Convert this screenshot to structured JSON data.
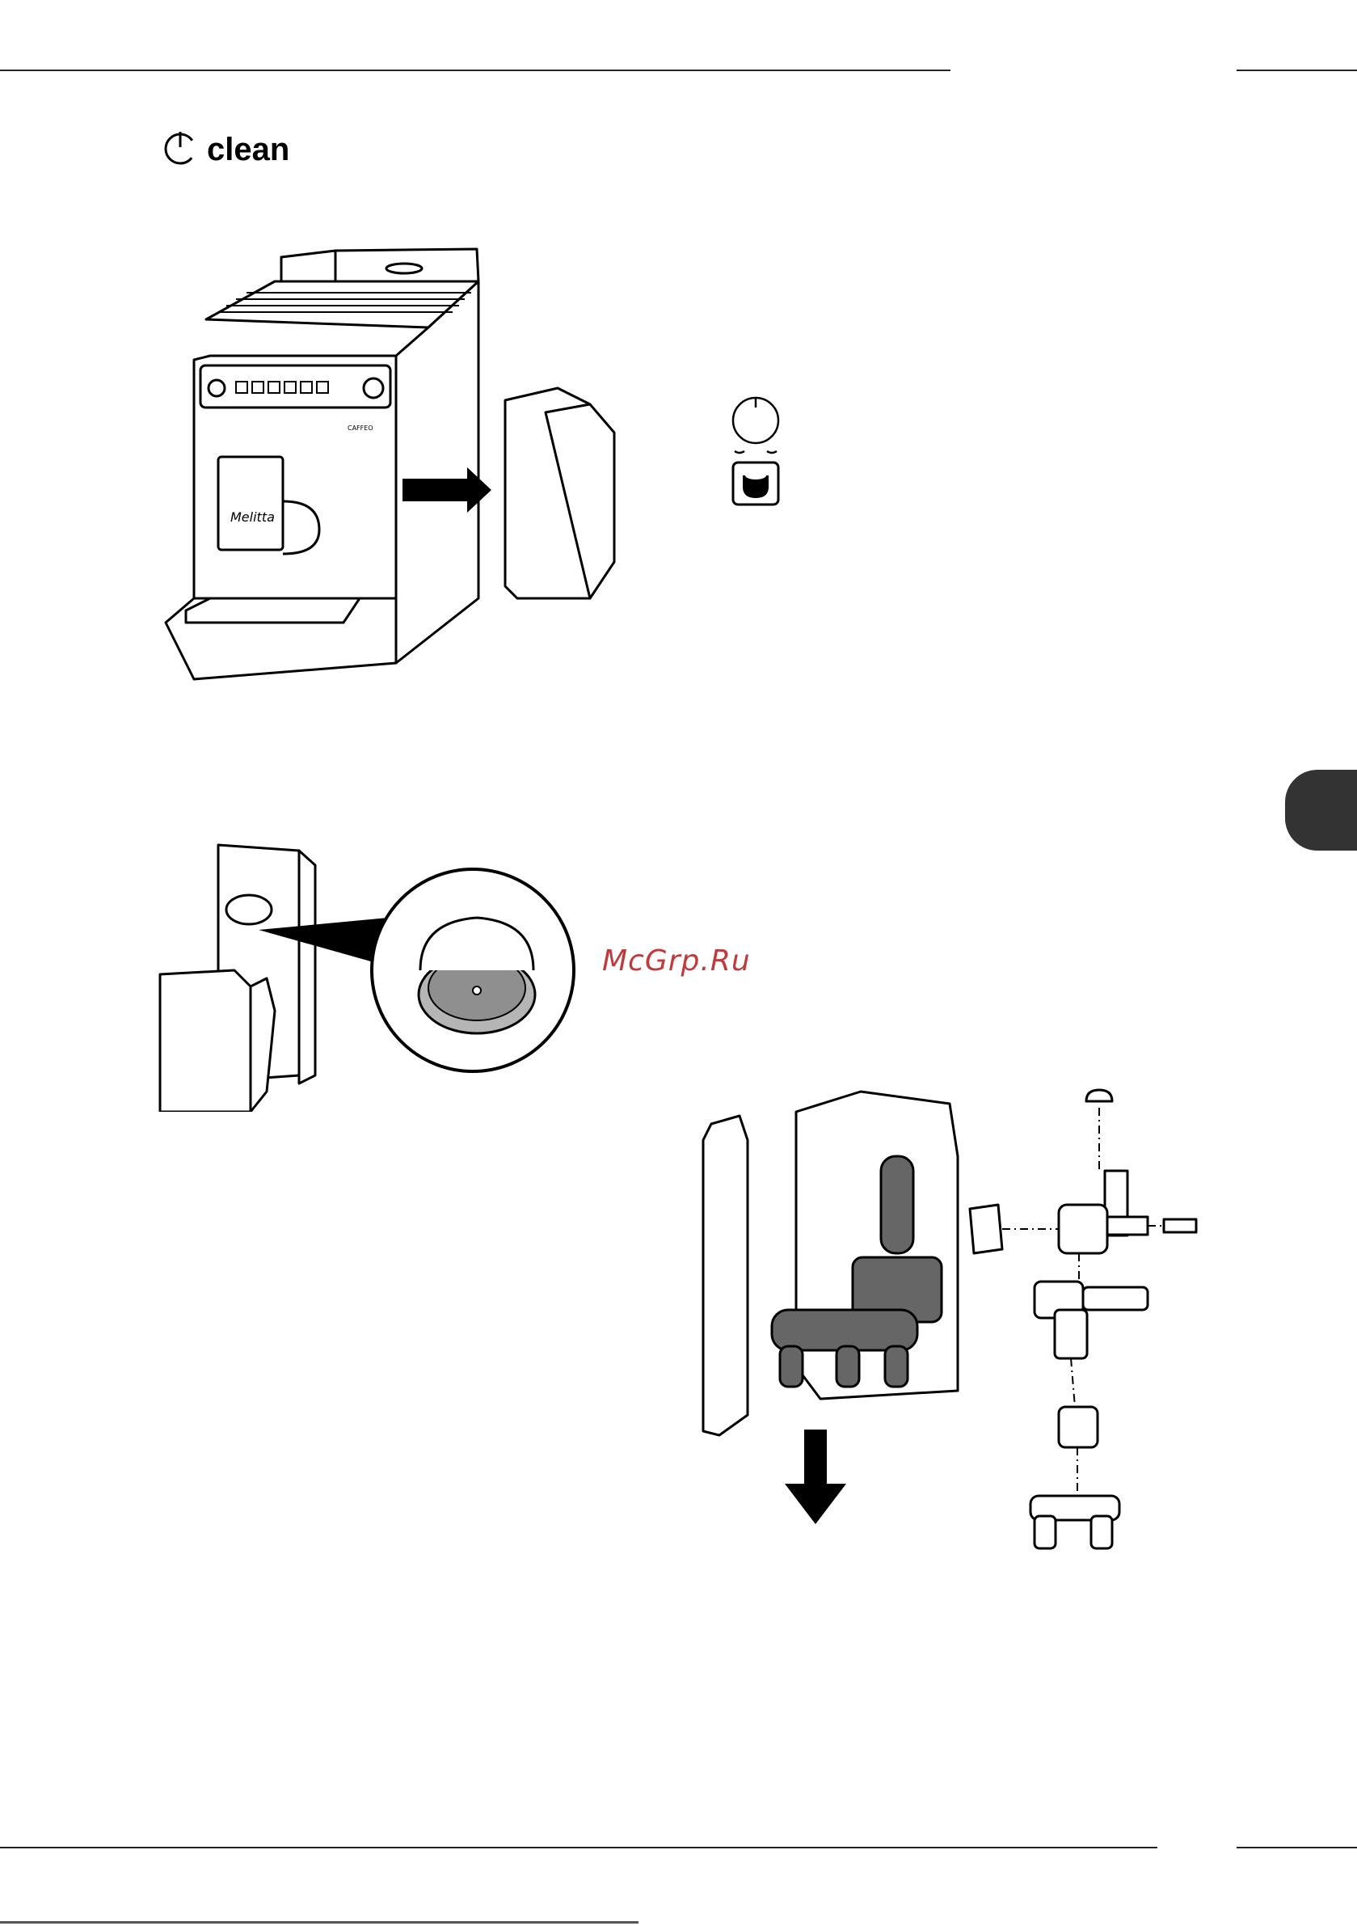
{
  "page": {
    "heading": {
      "icon": "power-icon",
      "text": "clean"
    },
    "watermark": "McGrp.Ru",
    "figure1": {
      "brand_text": "Melitta",
      "model_text": "CAFFEO"
    }
  },
  "colors": {
    "side_tab": "#333333",
    "watermark": "#c0393b",
    "rule": "#222222"
  }
}
